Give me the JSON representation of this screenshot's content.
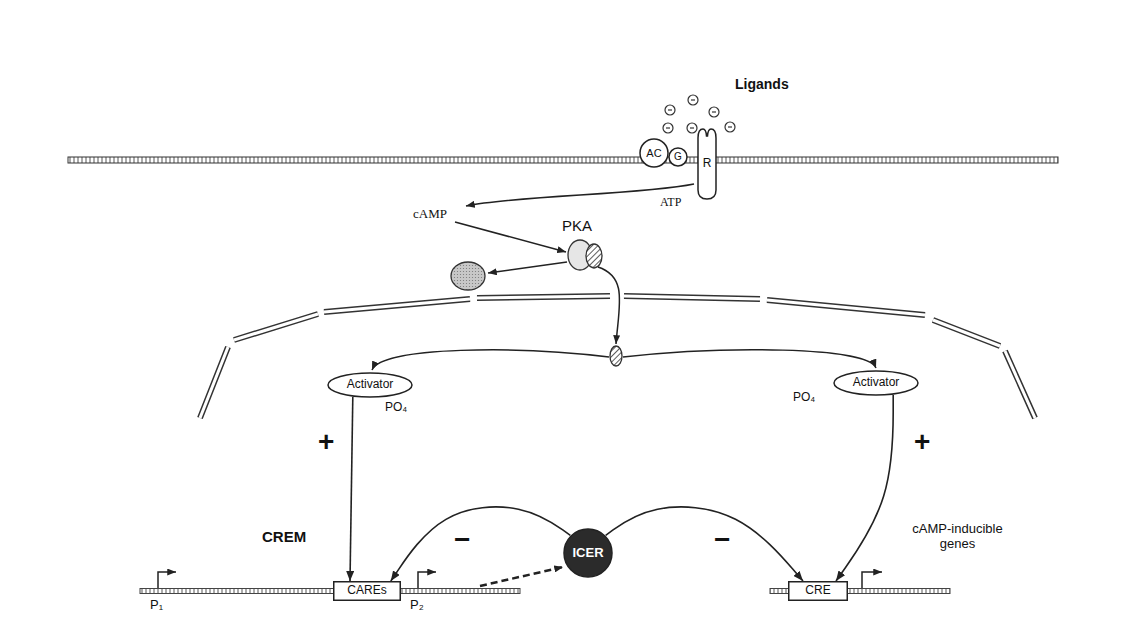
{
  "diagram": {
    "nodes": [
      {
        "text": [
          "AC"
        ]
      },
      {
        "text": [
          "G"
        ]
      },
      {
        "text": [
          "R"
        ]
      },
      {
        "text": [
          "Activator",
          "PO₄"
        ]
      },
      {
        "text": [
          "Activator",
          "PO₄"
        ]
      },
      {
        "text": [
          "CAREs"
        ]
      },
      {
        "text": [
          "ICER"
        ]
      },
      {
        "text": [
          "CRE"
        ]
      }
    ],
    "edges": [
      {
        "from": 3,
        "to": 5,
        "arrow": "to",
        "label": "+"
      },
      {
        "from": 6,
        "to": 5,
        "arrow": "to",
        "label": "−"
      },
      {
        "from": 6,
        "to": 7,
        "arrow": "to",
        "label": "−"
      },
      {
        "from": 4,
        "to": 7,
        "arrow": "to",
        "label": "+"
      }
    ],
    "labels": [
      "Ligands",
      "ATP",
      "cAMP",
      "PKA",
      "CREM",
      "P₁",
      "P₂",
      "cAMP-inducible genes"
    ]
  }
}
